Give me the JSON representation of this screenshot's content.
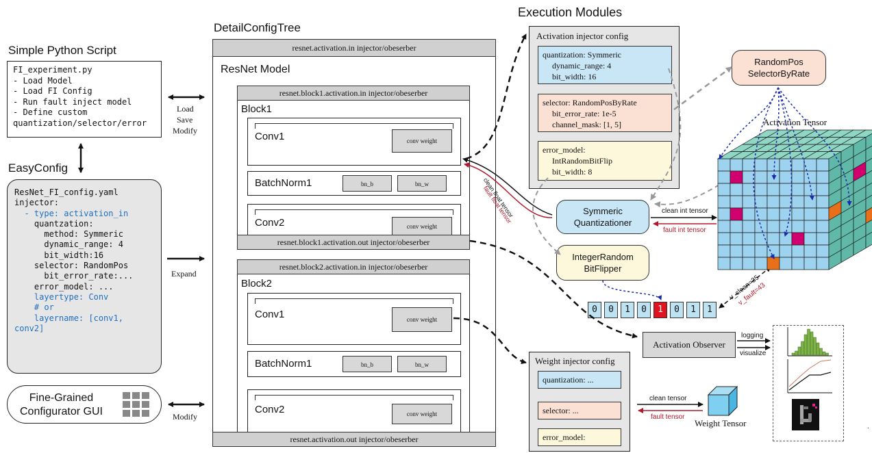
{
  "titles": {
    "script": "Simple Python Script",
    "easyconfig": "EasyConfig",
    "tree": "DetailConfigTree",
    "modules": "Execution Modules"
  },
  "script_lines": [
    "FI_experiment.py",
    "- Load Model",
    "- Load FI Config",
    "- Run fault inject model",
    "- Define custom",
    "quantization/selector/error"
  ],
  "yaml_lines": [
    {
      "t": "ResNet_FI_config.yaml",
      "c": "#111"
    },
    {
      "t": "injector:",
      "c": "#111"
    },
    {
      "t": "  - type: activation_in",
      "c": "#1f6fbf"
    },
    {
      "t": "    quantzation:",
      "c": "#111"
    },
    {
      "t": "      method: Symmeric",
      "c": "#111"
    },
    {
      "t": "      dynamic_range: 4",
      "c": "#111"
    },
    {
      "t": "      bit_width:16",
      "c": "#111"
    },
    {
      "t": "    selector: RandomPos",
      "c": "#111"
    },
    {
      "t": "      bit_error_rate:...",
      "c": "#111"
    },
    {
      "t": "    error_model: ...",
      "c": "#111"
    },
    {
      "t": "    layertype: Conv",
      "c": "#1f6fbf"
    },
    {
      "t": "    # or",
      "c": "#1f6fbf"
    },
    {
      "t": "    layername: [conv1,",
      "c": "#1f6fbf"
    },
    {
      "t": "conv2]",
      "c": "#1f6fbf"
    }
  ],
  "gui_label": [
    "Fine-Grained",
    "Configurator GUI"
  ],
  "edge_labels": {
    "load": "Load",
    "save": "Save",
    "modify1": "Modify",
    "expand": "Expand",
    "modify2": "Modify"
  },
  "tree": {
    "top_bar": "resnet.activation.in injector/obeserber",
    "bottom_bar": "resnet.activation.out injector/obeserber",
    "model_label": "ResNet Model",
    "block1": {
      "in_bar": "resnet.block1.activation.in injector/obeserber",
      "out_bar": "resnet.block1.activation.out injector/obeserber",
      "label": "Block1",
      "conv1": "Conv1",
      "bn": "BatchNorm1",
      "conv2": "Conv2",
      "conv_weight": "conv weight",
      "bn_b": "bn_b",
      "bn_w": "bn_w"
    },
    "block2": {
      "in_bar": "resnet.block2.activation.in injector/obeserber",
      "label": "Block2",
      "conv1": "Conv1",
      "bn": "BatchNorm1",
      "conv2": "Conv2",
      "conv_weight": "conv weight",
      "bn_b": "bn_b",
      "bn_w": "bn_w"
    }
  },
  "act_cfg": {
    "title": "Activation injector config",
    "quant": [
      "quantization: Symmeric",
      "dynamic_range: 4",
      "bit_width: 16"
    ],
    "selector": [
      "selector: RandomPosByRate",
      "bit_error_rate: 1e-5",
      "channel_mask: [1, 5]"
    ],
    "error": [
      "error_model:",
      "IntRandomBitFlip",
      "bit_width: 8"
    ]
  },
  "weight_cfg": {
    "title": "Weight injector config",
    "quant": "quantization: ...",
    "selector": "selector: ...",
    "error": "error_model:"
  },
  "modules": {
    "random_pos": [
      "RandomPos",
      "SelectorByRate"
    ],
    "quantizer": [
      "Symmeric",
      "Quantizationer"
    ],
    "flipper": [
      "IntegerRandom",
      "BitFlipper"
    ],
    "observer": "Activation Observer",
    "activation_tensor": "Activation Tensor",
    "weight_tensor": "Weight Tensor"
  },
  "flow_labels": {
    "clean_float": "clean float tensor",
    "fault_float": "fault float tensor",
    "clean_int": "clean int tensor",
    "fault_int": "fault int tensor",
    "v_clean": "v_clean=35",
    "v_fault": "v_fault=43",
    "logging": "logging",
    "visualize": "visualize",
    "clean_tensor": "clean tensor",
    "fault_tensor": "fault tensor"
  },
  "bits": [
    "0",
    "0",
    "1",
    "0",
    "1",
    "0",
    "1",
    "1"
  ],
  "flipped_bit_index": 4,
  "colors": {
    "quant_bg": "#c8e6f5",
    "selector_bg": "#fbe0d4",
    "error_bg": "#fdf7dc",
    "cube": "#9ed3ef",
    "cube_top": "#8fd6c4",
    "fault": "#d0006f",
    "orange": "#e8701a",
    "red_arrow": "#b2182b",
    "blue_dash": "#1a2aa8"
  }
}
